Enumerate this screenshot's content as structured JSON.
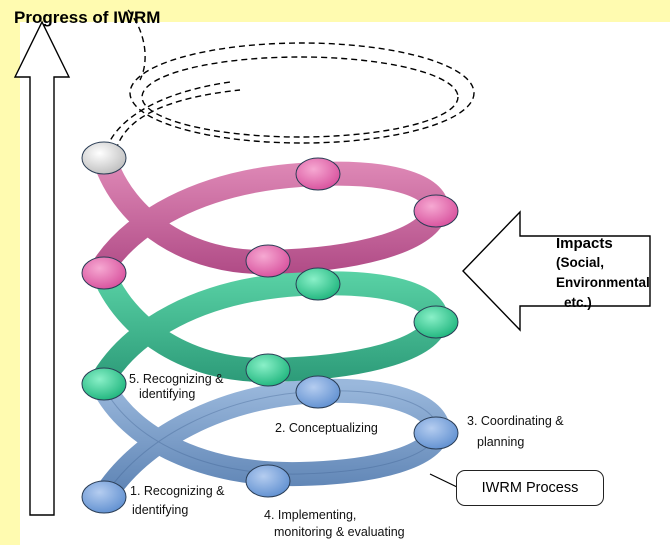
{
  "title": "Progress of IWRM",
  "impacts": {
    "heading": "Impacts",
    "line1": "(Social,",
    "line2": "Environmental",
    "line3": "etc.)"
  },
  "process_label": "IWRM Process",
  "steps": {
    "s1": [
      "1. Recognizing &",
      "identifying"
    ],
    "s2": "2. Conceptualizing",
    "s3": [
      "3. Coordinating &",
      "planning"
    ],
    "s4": [
      "4. Implementing,",
      "monitoring & evaluating"
    ],
    "s5": [
      "5. Recognizing &",
      "identifying"
    ]
  },
  "colors": {
    "blue_ring": "#7d9fc9",
    "green_ring": "#43b893",
    "pink_ring": "#cc6a9f",
    "node_blue": "#7fa5dc",
    "node_green": "#2fcf95",
    "node_pink": "#e66fb0",
    "node_grey": "#e2e2e2",
    "band": "#fffbb0"
  }
}
